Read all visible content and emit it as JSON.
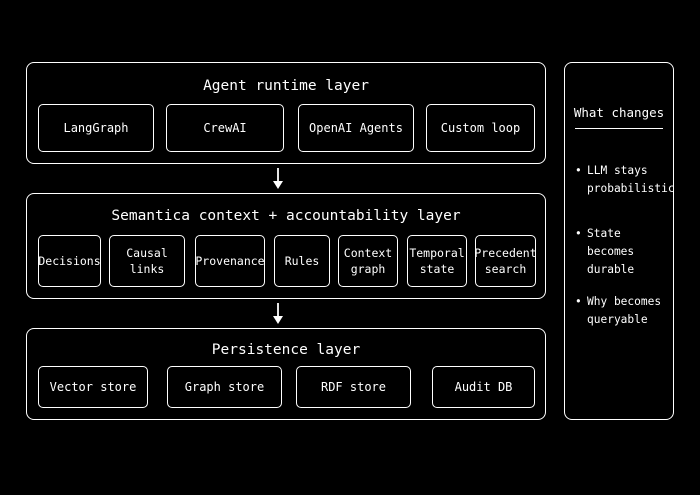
{
  "layers": {
    "runtime": {
      "title": "Agent runtime layer",
      "items": [
        "LangGraph",
        "CrewAI",
        "OpenAI Agents",
        "Custom loop"
      ]
    },
    "semantic": {
      "title": "Semantica context + accountability layer",
      "items": [
        "Decisions",
        "Causal links",
        "Provenance",
        "Rules",
        "Context\ngraph",
        "Temporal\nstate",
        "Precedent\nsearch"
      ]
    },
    "persistence": {
      "title": "Persistence layer",
      "items": [
        "Vector store",
        "Graph store",
        "RDF store",
        "Audit DB"
      ]
    }
  },
  "side_panel": {
    "title": "What changes",
    "bullet": "•",
    "items": [
      "LLM stays\nprobabilistic",
      "State becomes\ndurable",
      "Why becomes\nqueryable"
    ]
  },
  "colors": {
    "background": "#000000",
    "foreground": "#ffffff"
  }
}
